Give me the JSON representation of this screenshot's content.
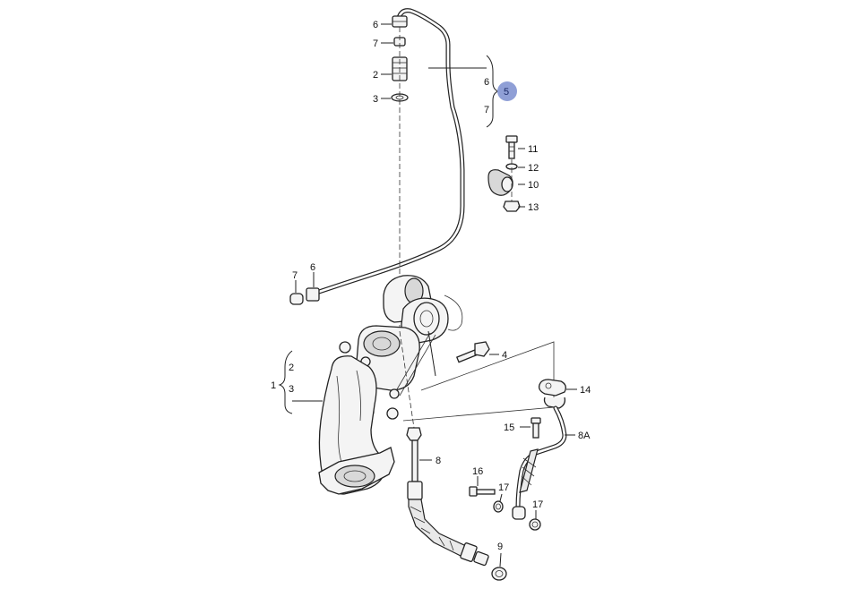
{
  "callouts": {
    "c6_top": "6",
    "c7_top": "7",
    "c2_top": "2",
    "c3_top": "3",
    "c6_brace": "6",
    "c7_brace": "7",
    "c5_badge": "5",
    "c11": "11",
    "c12": "12",
    "c10": "10",
    "c13": "13",
    "c7_left": "7",
    "c6_left": "6",
    "c4": "4",
    "c2_brace": "2",
    "c1": "1",
    "c3_brace": "3",
    "c14": "14",
    "c15": "15",
    "c8A": "8A",
    "c8": "8",
    "c16": "16",
    "c17_a": "17",
    "c17_b": "17",
    "c9": "9"
  },
  "colors": {
    "line": "#222222",
    "highlight_badge": "#8f9fd6"
  }
}
